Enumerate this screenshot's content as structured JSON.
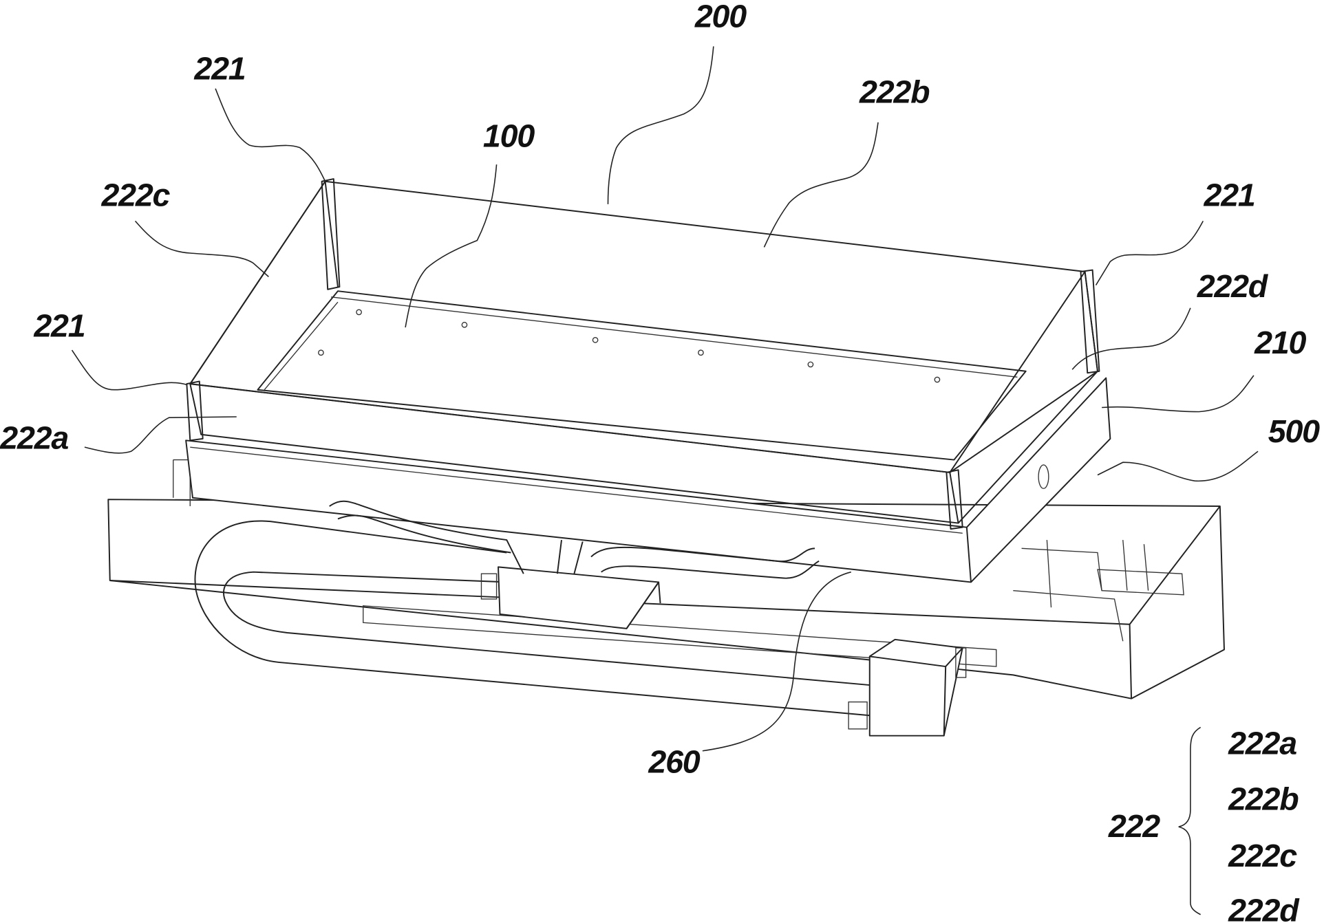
{
  "labels": {
    "l200": "200",
    "l221_top_left": "221",
    "l222b": "222b",
    "l100": "100",
    "l222c": "222c",
    "l221_right": "221",
    "l222d": "222d",
    "l221_left": "221",
    "l210": "210",
    "l222a": "222a",
    "l500": "500",
    "l260": "260"
  },
  "legend": {
    "group": "222",
    "items": [
      "222a",
      "222b",
      "222c",
      "222d"
    ]
  }
}
